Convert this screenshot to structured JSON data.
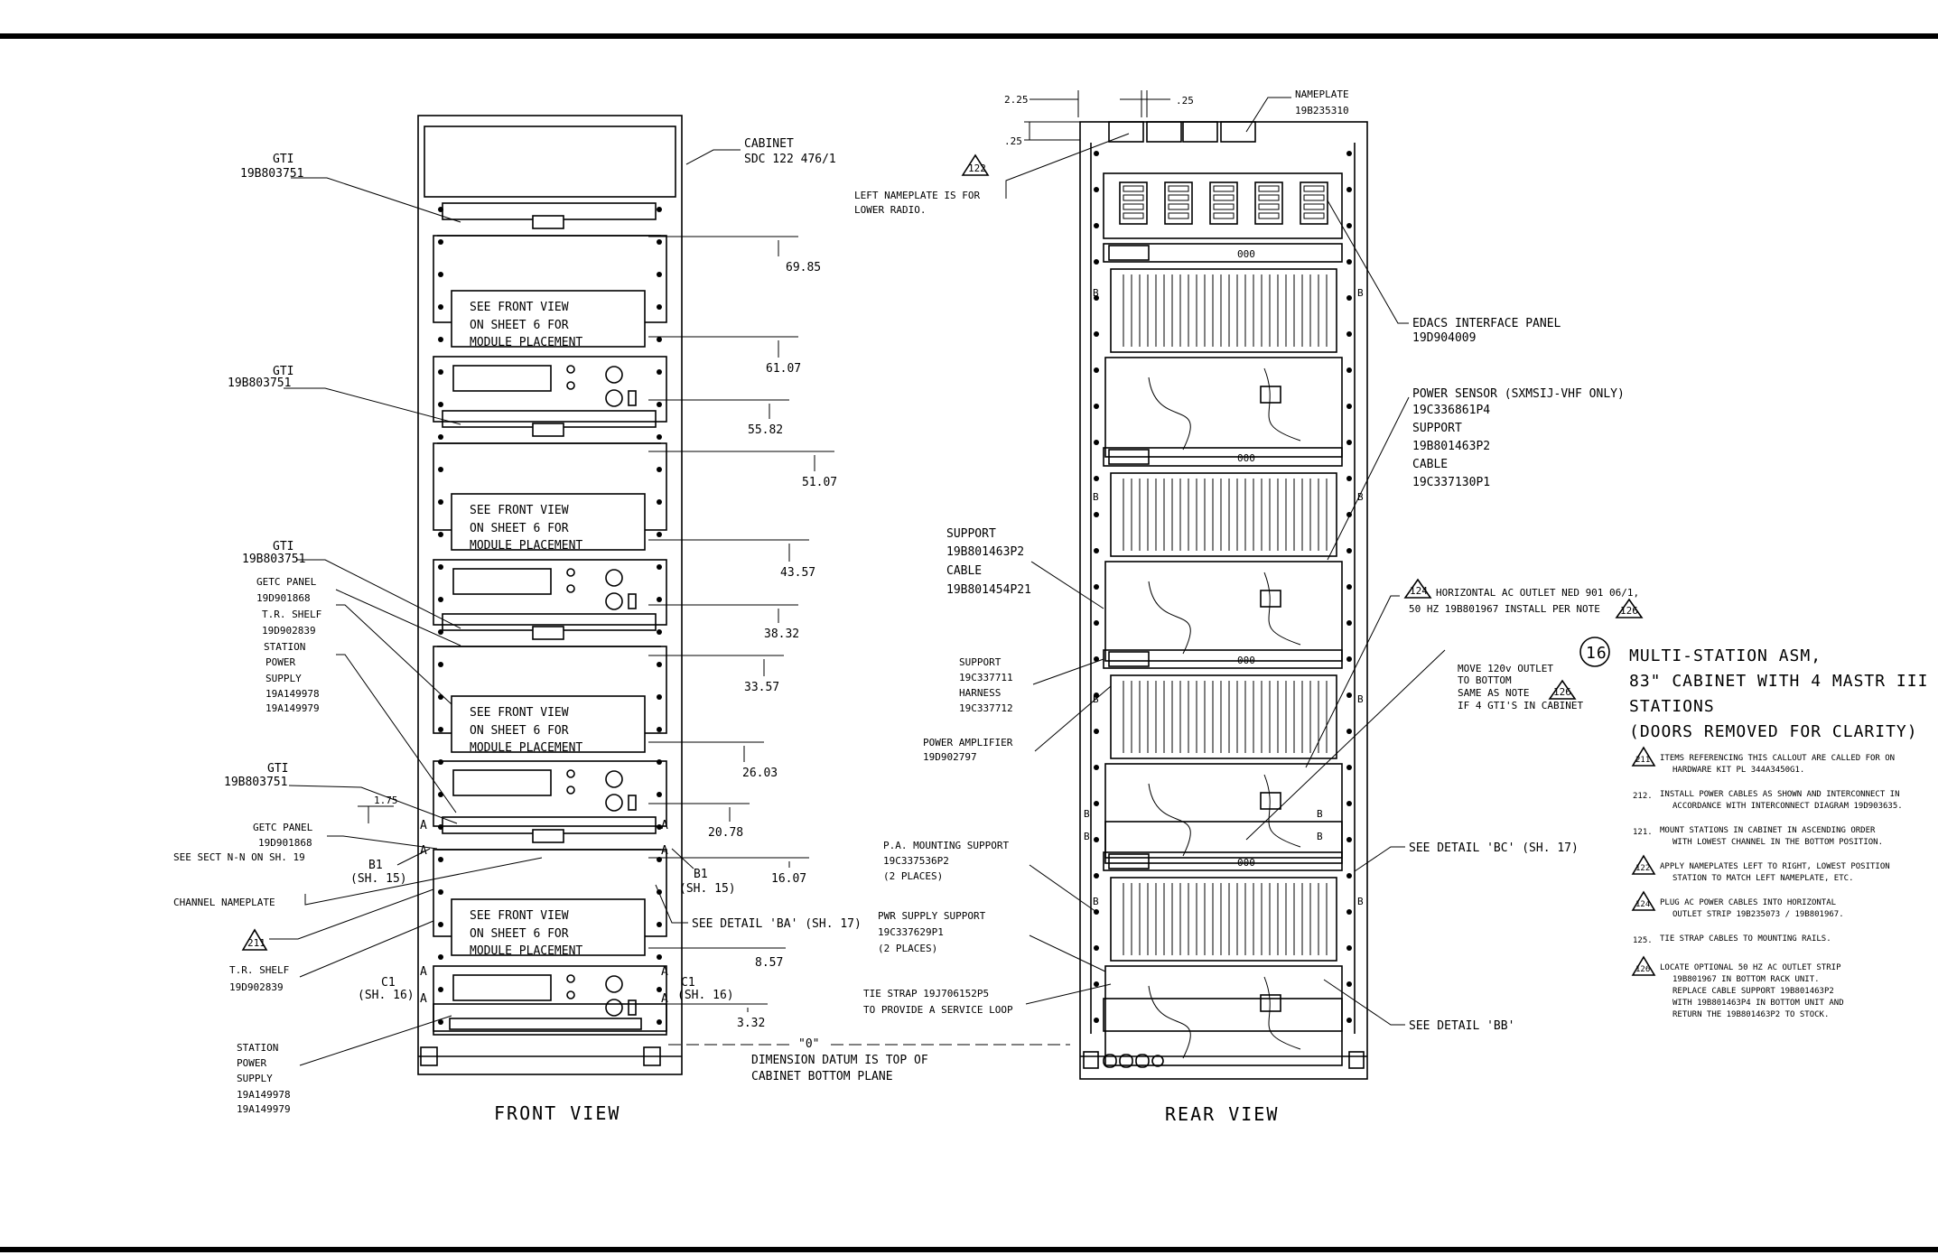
{
  "views": {
    "front_title": "FRONT VIEW",
    "rear_title": "REAR VIEW"
  },
  "front": {
    "cabinet": [
      "CABINET",
      "SDC 122 476/1"
    ],
    "gti_1": [
      "GTI",
      "19B803751"
    ],
    "gti_2": [
      "GTI",
      "19B803751"
    ],
    "gti_3": [
      "GTI",
      "19B803751"
    ],
    "gti_4": [
      "GTI",
      "19B803751"
    ],
    "getc_1": [
      "GETC PANEL",
      "19D901868",
      "T.R. SHELF",
      "19D902839",
      "STATION",
      "POWER",
      "SUPPLY",
      "19A149978",
      "19A149979"
    ],
    "getc_2": [
      "GETC PANEL",
      "19D901868",
      "SEE SECT N-N ON SH. 19"
    ],
    "channel_nameplate": "CHANNEL NAMEPLATE",
    "note_211": "211",
    "tr_shelf": [
      "T.R. SHELF",
      "19D902839"
    ],
    "station_ps": [
      "STATION",
      "POWER",
      "SUPPLY",
      "19A149978",
      "19A149979"
    ],
    "module_note": [
      "SEE FRONT VIEW",
      "ON SHEET 6 FOR",
      "MODULE PLACEMENT"
    ],
    "dims": [
      "69.85",
      "61.07",
      "55.82",
      "51.07",
      "43.57",
      "38.32",
      "33.57",
      "26.03",
      "20.78",
      "16.07",
      "8.57",
      "3.32",
      "1.75"
    ],
    "b1_left": [
      "B1",
      "(SH. 15)"
    ],
    "b1_right": [
      "B1",
      "(SH. 15)"
    ],
    "c1_left": [
      "C1",
      "(SH. 16)"
    ],
    "c1_right": [
      "C1",
      "(SH. 16)"
    ],
    "detail_ba": "SEE DETAIL 'BA' (SH. 17)",
    "datum": [
      "\"0\"",
      "DIMENSION DATUM IS TOP OF",
      "CABINET BOTTOM PLANE"
    ],
    "letter_a": "A"
  },
  "rear": {
    "dim_225": "2.25",
    "dim_25a": ".25",
    "dim_25b": ".25",
    "nameplate": [
      "NAMEPLATE",
      "19B235310"
    ],
    "note_122": "122",
    "left_nameplate": [
      "LEFT NAMEPLATE IS FOR",
      "LOWER RADIO."
    ],
    "edacs": [
      "EDACS INTERFACE PANEL",
      "19D904009"
    ],
    "power_sensor": [
      "POWER SENSOR (SXMSIJ-VHF ONLY)",
      "19C336861P4",
      "SUPPORT",
      "19B801463P2",
      "CABLE",
      "19C337130P1"
    ],
    "support_cable": [
      "SUPPORT",
      "19B801463P2",
      "CABLE",
      "19B801454P21"
    ],
    "outlet_124": [
      "HORIZONTAL AC OUTLET NED 901 06/1,",
      "50 HZ 19B801967 INSTALL PER NOTE"
    ],
    "note_124": "124",
    "note_126a": "126",
    "move_outlet": [
      "MOVE 120v OUTLET",
      "TO BOTTOM",
      "SAME AS NOTE",
      "IF 4 GTI'S IN CABINET"
    ],
    "note_126b": "126",
    "support_harness": [
      "SUPPORT",
      "19C337711",
      "HARNESS",
      "19C337712"
    ],
    "power_amp": [
      "POWER AMPLIFIER",
      "19D902797"
    ],
    "pa_support": [
      "P.A. MOUNTING SUPPORT",
      "19C337536P2",
      "(2 PLACES)"
    ],
    "pwr_support": [
      "PWR SUPPLY SUPPORT",
      "19C337629P1",
      "(2 PLACES)"
    ],
    "tie_strap": [
      "TIE STRAP 19J706152P5",
      "TO PROVIDE A SERVICE LOOP"
    ],
    "detail_bc": "SEE DETAIL 'BC' (SH. 17)",
    "detail_bb": "SEE DETAIL 'BB'",
    "letter_b": "B",
    "panel_digits": "000"
  },
  "title_block": {
    "sheet_no": "16",
    "lines": [
      "MULTI-STATION ASM,",
      "83\" CABINET WITH 4 MASTR III",
      "STATIONS",
      "(DOORS REMOVED FOR CLARITY)"
    ]
  },
  "notes": [
    {
      "tag": "211",
      "tri": true,
      "lines": [
        "ITEMS REFERENCING THIS CALLOUT ARE CALLED FOR ON",
        "HARDWARE KIT PL 344A3450G1."
      ]
    },
    {
      "tag": "212.",
      "tri": false,
      "lines": [
        "INSTALL POWER CABLES AS SHOWN AND INTERCONNECT IN",
        "ACCORDANCE WITH INTERCONNECT DIAGRAM 19D903635."
      ]
    },
    {
      "tag": "121.",
      "tri": false,
      "lines": [
        "MOUNT STATIONS IN CABINET IN ASCENDING ORDER",
        "WITH LOWEST CHANNEL IN THE BOTTOM POSITION."
      ]
    },
    {
      "tag": "122",
      "tri": true,
      "lines": [
        "APPLY NAMEPLATES LEFT TO RIGHT, LOWEST POSITION",
        "STATION TO MATCH LEFT NAMEPLATE, ETC."
      ]
    },
    {
      "tag": "124",
      "tri": true,
      "lines": [
        "PLUG AC POWER CABLES INTO HORIZONTAL",
        "OUTLET STRIP 19B235073 / 19B801967."
      ]
    },
    {
      "tag": "125.",
      "tri": false,
      "lines": [
        "TIE STRAP CABLES TO MOUNTING RAILS."
      ]
    },
    {
      "tag": "126",
      "tri": true,
      "lines": [
        "LOCATE OPTIONAL 50 HZ AC OUTLET STRIP",
        "19B801967 IN BOTTOM RACK UNIT.",
        "REPLACE CABLE SUPPORT 19B801463P2",
        "WITH 19B801463P4 IN BOTTOM UNIT AND",
        "RETURN THE 19B801463P2 TO STOCK."
      ]
    }
  ]
}
